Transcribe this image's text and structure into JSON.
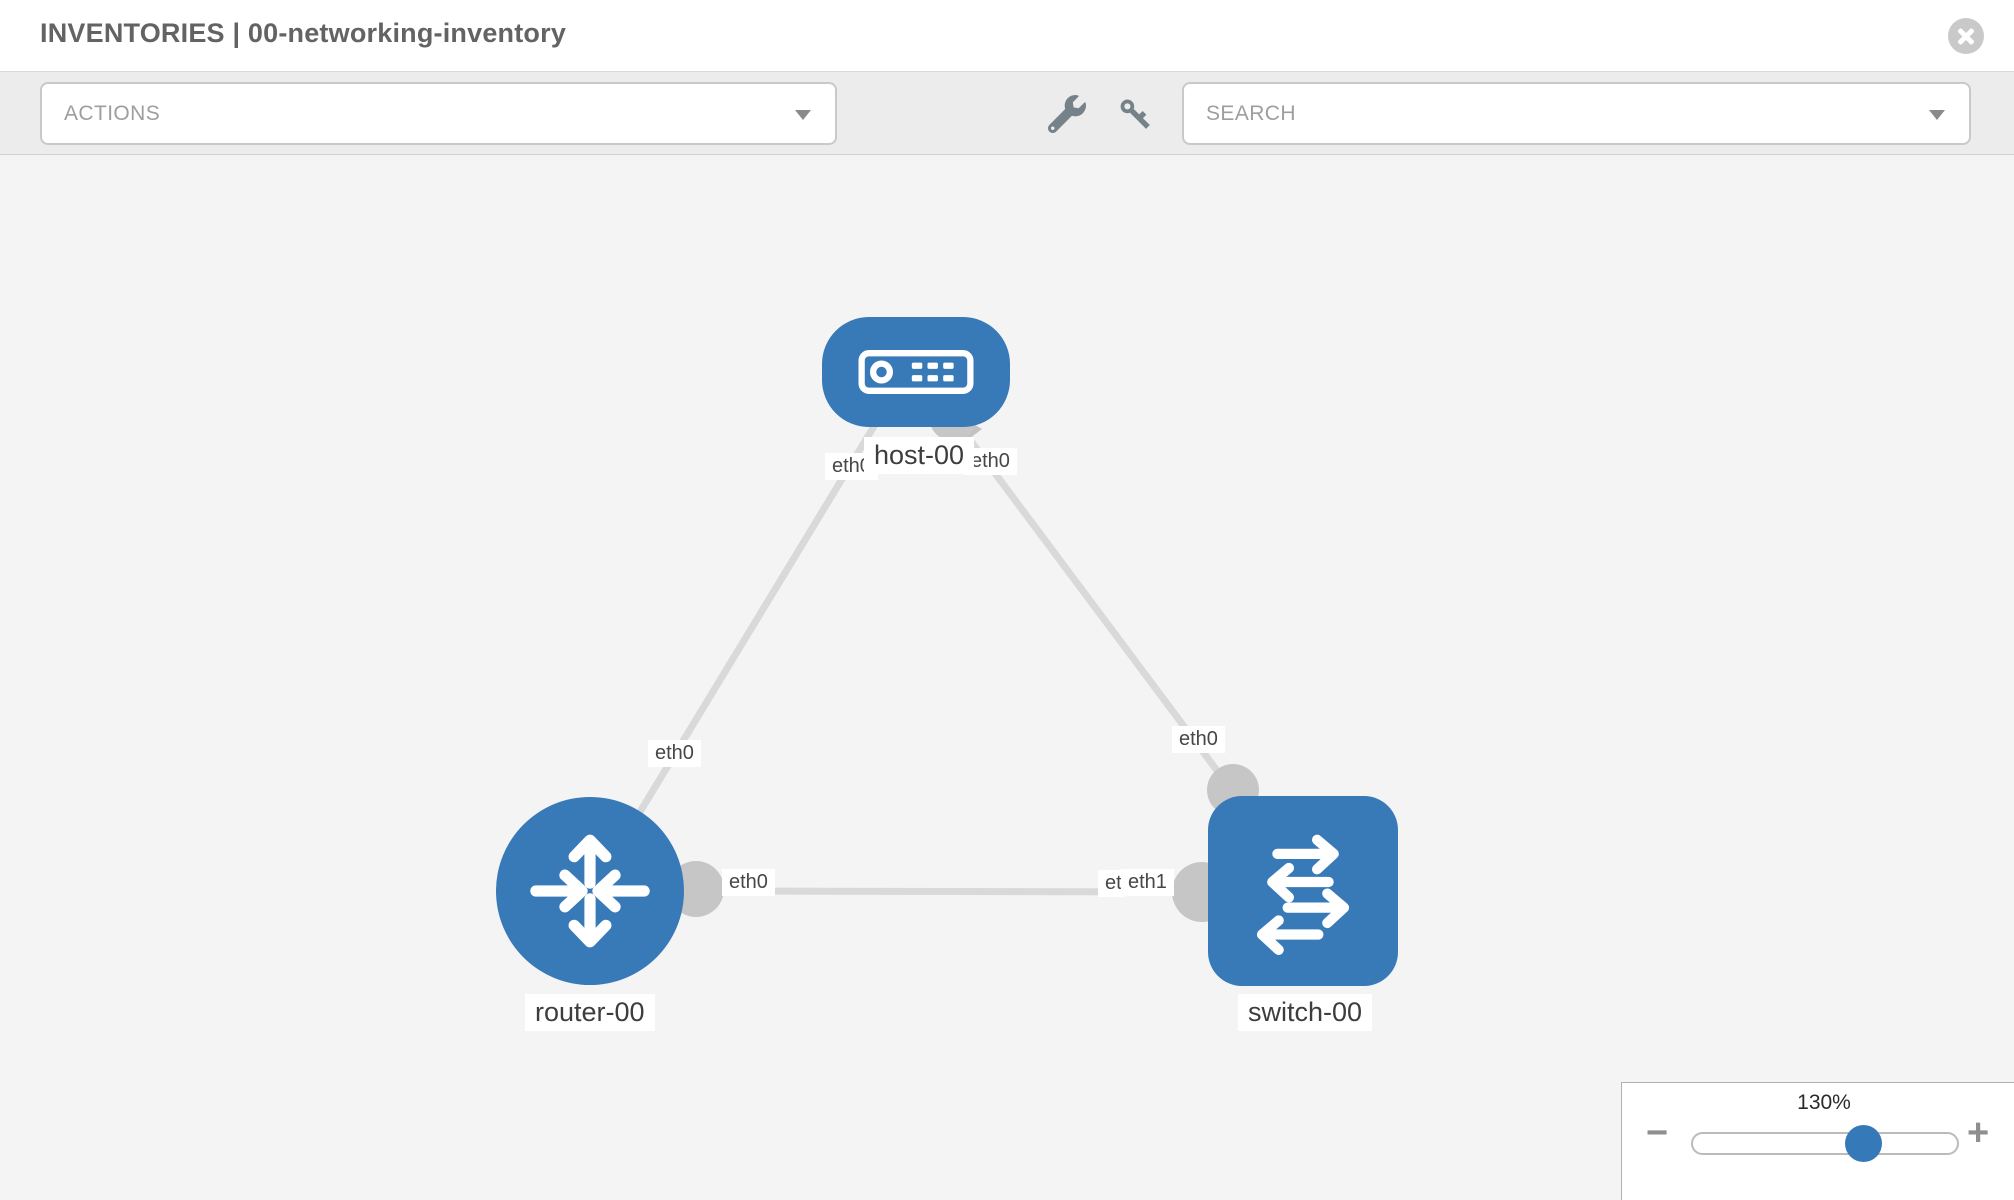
{
  "header": {
    "title": "INVENTORIES | 00-networking-inventory",
    "close_icon": "circle-x"
  },
  "toolbar": {
    "actions_label": "ACTIONS",
    "search_label": "SEARCH",
    "wrench_icon": "wrench",
    "key_icon": "key"
  },
  "colors": {
    "node_blue": "#3879b8",
    "edge_gray": "#d9d9d9",
    "port_gray": "#c6c6c6",
    "canvas_bg": "#f4f4f4",
    "toolbar_bg": "#ececec",
    "slider_thumb_blue": "#3579b8"
  },
  "topology": {
    "nodes": [
      {
        "label": "host-00",
        "type": "host",
        "icon": "host-icon"
      },
      {
        "label": "router-00",
        "type": "router",
        "icon": "router-icon"
      },
      {
        "label": "switch-00",
        "type": "switch",
        "icon": "switch-icon"
      }
    ],
    "links": [
      {
        "from": "router-00",
        "from_interface": "eth0",
        "to": "host-00",
        "to_interface": "eth0"
      },
      {
        "from": "host-00",
        "from_interface": "eth0",
        "to": "switch-00",
        "to_interface": "eth0"
      },
      {
        "from": "router-00",
        "from_interface": "eth0",
        "to": "switch-00",
        "to_interface": "eth1",
        "to_interface_overlapped_label": "eth0"
      }
    ]
  },
  "zoom_control": {
    "value": "130%",
    "minus_label": "−",
    "plus_label": "+"
  }
}
